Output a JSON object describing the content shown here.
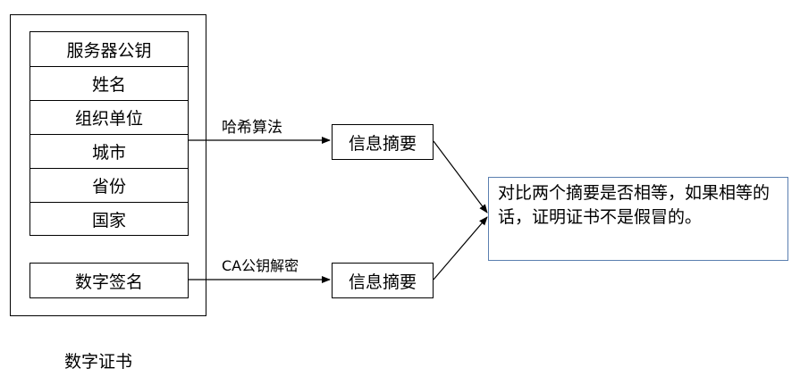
{
  "certificate": {
    "caption": "数字证书",
    "fields": [
      "服务器公钥",
      "姓名",
      "组织单位",
      "城市",
      "省份",
      "国家"
    ],
    "signature": "数字签名"
  },
  "edges": {
    "hash_label": "哈希算法",
    "decrypt_label": "CA公钥解密"
  },
  "digest_top": "信息摘要",
  "digest_bottom": "信息摘要",
  "result_text": "对比两个摘要是否相等，如果相等的话，证明证书不是假冒的。"
}
